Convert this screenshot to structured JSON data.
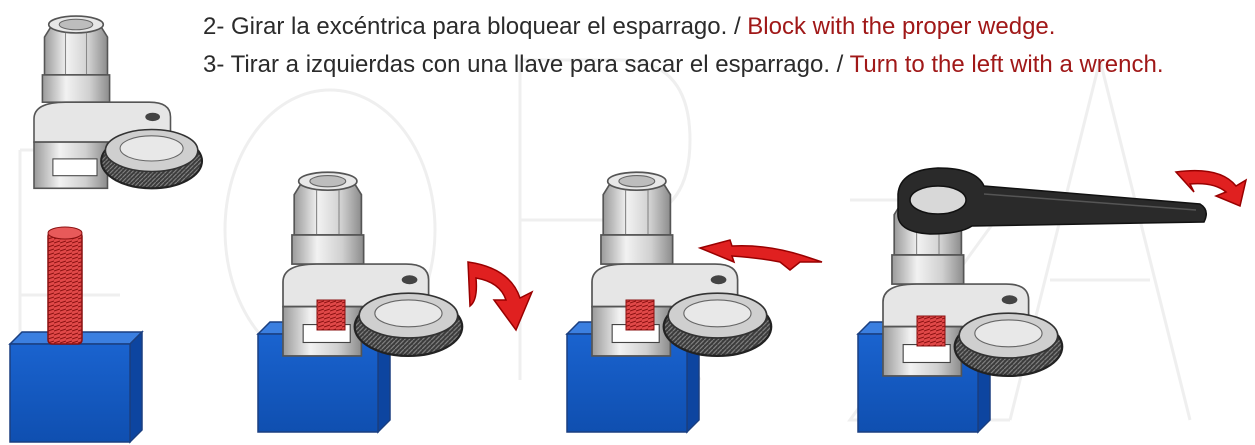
{
  "instructions": {
    "step2_es": "2- Girar la excéntrica para bloquear el esparrago. / ",
    "step2_en": "Block with the proper wedge.",
    "step3_es": "3- Tirar a izquierdas con una llave para sacar el esparrago. / ",
    "step3_en": "Turn to the left with a wrench."
  },
  "colors": {
    "text": "#2b2b2b",
    "accent": "#a01818",
    "block_blue": "#1560d0",
    "stud_red": "#d83030",
    "arrow_red": "#e02020",
    "tool_gray": "#d9d9d9",
    "wrench": "#2a2a2a"
  },
  "icons": [
    "stud-extractor-icon",
    "rotate-arrow-icon",
    "wrench-icon"
  ]
}
